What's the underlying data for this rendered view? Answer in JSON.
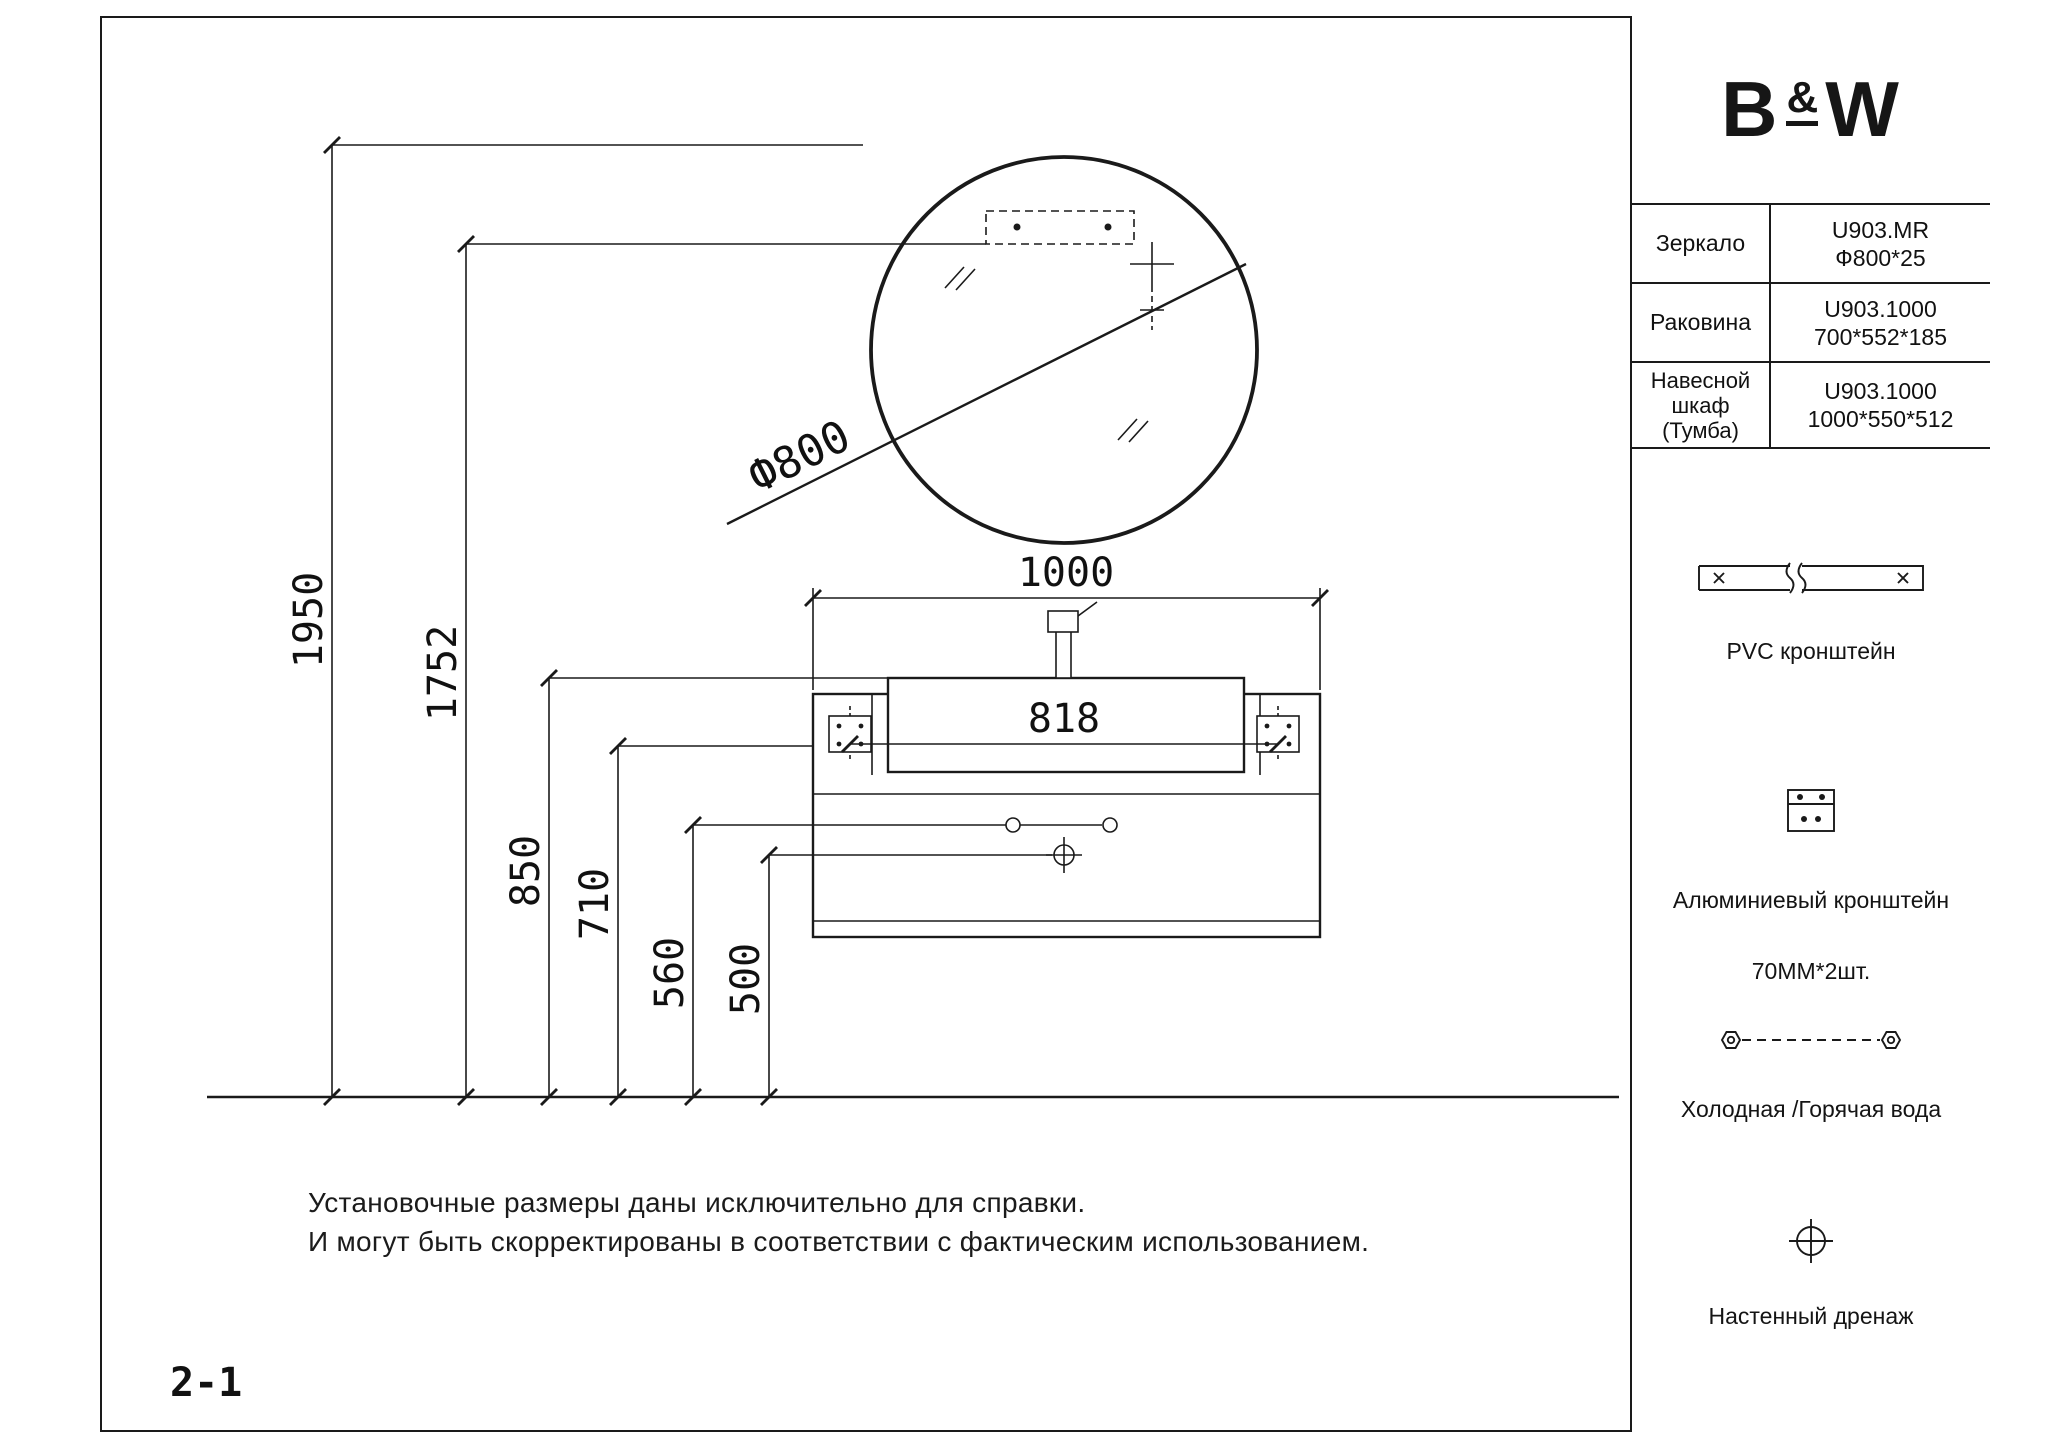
{
  "colors": {
    "ink": "#1a1a1a",
    "background": "#ffffff"
  },
  "brand": {
    "b": "B",
    "amp": "&",
    "w": "W"
  },
  "spec_table": {
    "rows": [
      {
        "label_lines": [
          "Зеркало"
        ],
        "value_lines": [
          "U903.MR",
          "Ф800*25"
        ]
      },
      {
        "label_lines": [
          "Раковина"
        ],
        "value_lines": [
          "U903.1000",
          "700*552*185"
        ]
      },
      {
        "label_lines": [
          "Навесной",
          "шкаф",
          "(Тумба)"
        ],
        "value_lines": [
          "U903.1000",
          "1000*550*512"
        ]
      }
    ]
  },
  "legend": {
    "pvc": {
      "label": "PVC кронштейн"
    },
    "aluminum": {
      "label_lines": [
        "Алюминиевый кронштейн",
        "70ММ*2шт."
      ]
    },
    "water": {
      "label": "Холодная /Горячая вода"
    },
    "drain": {
      "label": "Настенный дренаж"
    }
  },
  "dimensions": {
    "d1950": "1950",
    "d1752": "1752",
    "d850": "850",
    "d710": "710",
    "d560": "560",
    "d500": "500",
    "d1000": "1000",
    "d818": "818",
    "diameter": "Ф800"
  },
  "note": {
    "line1": "Установочные размеры даны исключительно для справки.",
    "line2": "И могут быть скорректированы в соответствии с фактическим использованием."
  },
  "page_number": "2-1"
}
